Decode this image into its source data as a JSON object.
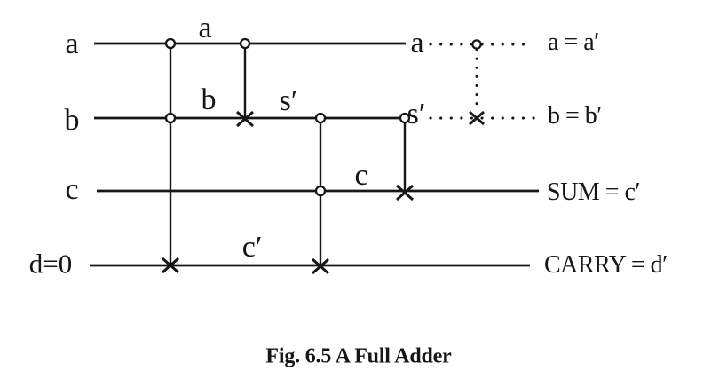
{
  "figure": {
    "caption": "Fig. 6.5 A Full Adder"
  },
  "colors": {
    "ink": "#161616",
    "background": "#ffffff"
  },
  "wires": [
    {
      "id": "a",
      "input_label": "a",
      "output_label": "a = a′"
    },
    {
      "id": "b",
      "input_label": "b",
      "output_label": "b = b′"
    },
    {
      "id": "c",
      "input_label": "c",
      "output_label": "SUM = c′"
    },
    {
      "id": "d",
      "input_label": "d=0",
      "output_label": "CARRY = d′"
    }
  ],
  "inline_labels": {
    "wire_a_segment": "a",
    "wire_b_segment": "b",
    "wire_b_after_cnot": "s′",
    "wire_c_segment": "c",
    "wire_d_after_toffoli": "c′",
    "wire_a_end": "a",
    "wire_b_end": "s′"
  },
  "gates": [
    {
      "id": "gate-1",
      "kind": "toffoli",
      "controls": [
        "a",
        "b"
      ],
      "target": "d",
      "line_style": "solid"
    },
    {
      "id": "gate-2",
      "kind": "cnot",
      "controls": [
        "a"
      ],
      "target": "b",
      "line_style": "solid"
    },
    {
      "id": "gate-3",
      "kind": "toffoli",
      "controls": [
        "b",
        "c"
      ],
      "target": "d",
      "line_style": "solid"
    },
    {
      "id": "gate-4",
      "kind": "cnot",
      "controls": [
        "b"
      ],
      "target": "c",
      "line_style": "solid"
    },
    {
      "id": "gate-5",
      "kind": "cnot",
      "controls": [
        "a"
      ],
      "target": "b",
      "line_style": "dotted"
    }
  ],
  "symbols": {
    "control": "open-circle",
    "target": "x-cross"
  }
}
